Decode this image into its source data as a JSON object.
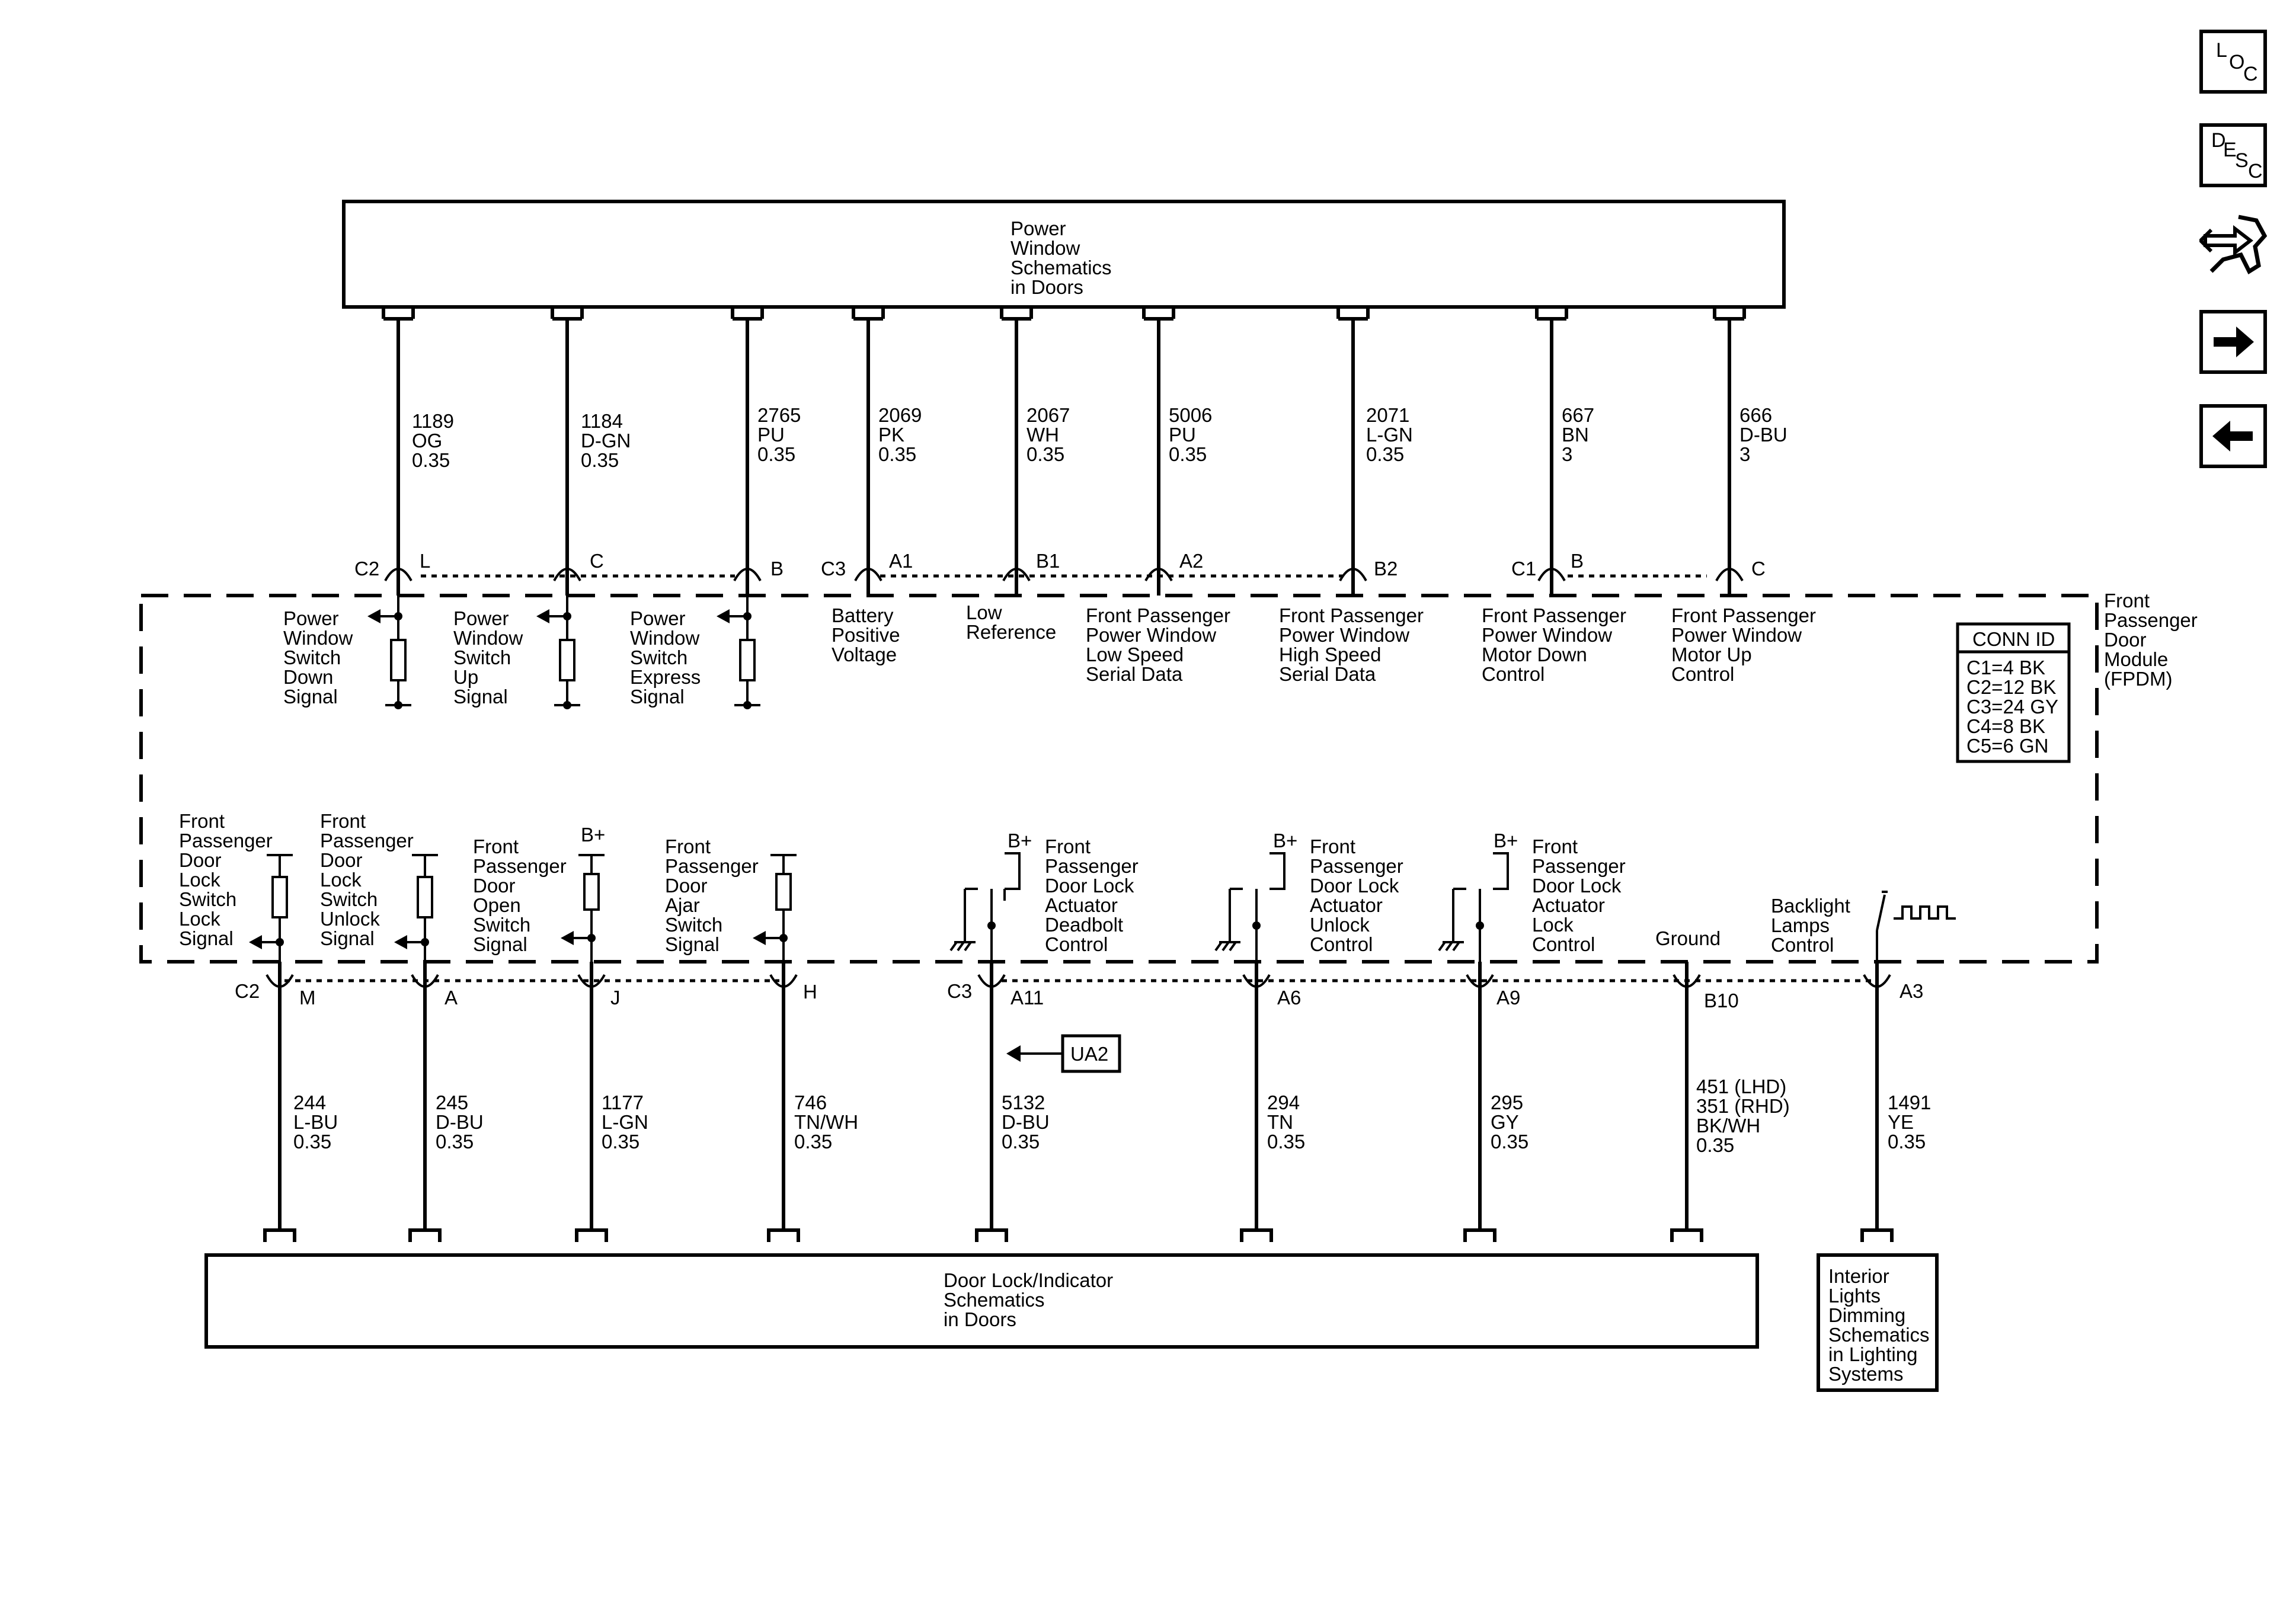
{
  "nav": {
    "loc": [
      "L",
      "O",
      "C"
    ],
    "desc": [
      "D",
      "E",
      "S",
      "C"
    ]
  },
  "boxes": {
    "top": [
      "Power",
      "Window",
      "Schematics",
      "in Doors"
    ],
    "bottom": [
      "Door Lock/Indicator",
      "Schematics",
      "in Doors"
    ],
    "right": [
      "Interior",
      "Lights",
      "Dimming",
      "Schematics",
      "in Lighting",
      "Systems"
    ],
    "ua2": "UA2"
  },
  "module": {
    "name": [
      "Front",
      "Passenger",
      "Door",
      "Module",
      "(FPDM)"
    ],
    "conn_id_title": "CONN ID",
    "conn_ids": [
      "C1=4 BK",
      "C2=12 BK",
      "C3=24 GY",
      "C4=8 BK",
      "C5=6 GN"
    ]
  },
  "connectors": {
    "top": [
      "C2",
      "C3",
      "C1"
    ],
    "bottom": [
      "C2",
      "C3"
    ]
  },
  "top_wires": [
    {
      "circuit": "1189",
      "color": "OG",
      "gauge": "0.35",
      "pin": "L",
      "function": [
        "Power",
        "Window",
        "Switch",
        "Down",
        "Signal"
      ]
    },
    {
      "circuit": "1184",
      "color": "D-GN",
      "gauge": "0.35",
      "pin": "C",
      "function": [
        "Power",
        "Window",
        "Switch",
        "Up",
        "Signal"
      ]
    },
    {
      "circuit": "2765",
      "color": "PU",
      "gauge": "0.35",
      "pin": "B",
      "function": [
        "Power",
        "Window",
        "Switch",
        "Express",
        "Signal"
      ]
    },
    {
      "circuit": "2069",
      "color": "PK",
      "gauge": "0.35",
      "pin": "A1",
      "function": [
        "Battery",
        "Positive",
        "Voltage"
      ]
    },
    {
      "circuit": "2067",
      "color": "WH",
      "gauge": "0.35",
      "pin": "B1",
      "function": [
        "Low",
        "Reference"
      ]
    },
    {
      "circuit": "5006",
      "color": "PU",
      "gauge": "0.35",
      "pin": "A2",
      "function": [
        "Front Passenger",
        "Power Window",
        "Low Speed",
        "Serial Data"
      ]
    },
    {
      "circuit": "2071",
      "color": "L-GN",
      "gauge": "0.35",
      "pin": "B2",
      "function": [
        "Front Passenger",
        "Power Window",
        "High Speed",
        "Serial Data"
      ]
    },
    {
      "circuit": "667",
      "color": "BN",
      "gauge": "3",
      "pin": "B",
      "function": [
        "Front Passenger",
        "Power Window",
        "Motor Down",
        "Control"
      ]
    },
    {
      "circuit": "666",
      "color": "D-BU",
      "gauge": "3",
      "pin": "C",
      "function": [
        "Front Passenger",
        "Power Window",
        "Motor Up",
        "Control"
      ]
    }
  ],
  "bottom_wires": [
    {
      "circuit": "244",
      "color": "L-BU",
      "gauge": "0.35",
      "pin": "M",
      "function": [
        "Front",
        "Passenger",
        "Door",
        "Lock",
        "Switch",
        "Lock",
        "Signal"
      ]
    },
    {
      "circuit": "245",
      "color": "D-BU",
      "gauge": "0.35",
      "pin": "A",
      "function": [
        "Front",
        "Passenger",
        "Door",
        "Lock",
        "Switch",
        "Unlock",
        "Signal"
      ]
    },
    {
      "circuit": "1177",
      "color": "L-GN",
      "gauge": "0.35",
      "pin": "J",
      "function": [
        "Front",
        "Passenger",
        "Door",
        "Open",
        "Switch",
        "Signal"
      ]
    },
    {
      "circuit": "746",
      "color": "TN/WH",
      "gauge": "0.35",
      "pin": "H",
      "function": [
        "Front",
        "Passenger",
        "Door",
        "Ajar",
        "Switch",
        "Signal"
      ]
    },
    {
      "circuit": "5132",
      "color": "D-BU",
      "gauge": "0.35",
      "pin": "A11",
      "function": [
        "Front",
        "Passenger",
        "Door Lock",
        "Actuator",
        "Deadbolt",
        "Control"
      ]
    },
    {
      "circuit": "294",
      "color": "TN",
      "gauge": "0.35",
      "pin": "A6",
      "function": [
        "Front",
        "Passenger",
        "Door Lock",
        "Actuator",
        "Unlock",
        "Control"
      ]
    },
    {
      "circuit": "295",
      "color": "GY",
      "gauge": "0.35",
      "pin": "A9",
      "function": [
        "Front",
        "Passenger",
        "Door Lock",
        "Actuator",
        "Lock",
        "Control"
      ]
    },
    {
      "circuit": "451 (LHD)",
      "circuit2": "351 (RHD)",
      "color": "BK/WH",
      "gauge": "0.35",
      "pin": "B10",
      "function": [
        "Ground"
      ]
    },
    {
      "circuit": "1491",
      "color": "YE",
      "gauge": "0.35",
      "pin": "A3",
      "function": [
        "Backlight",
        "Lamps",
        "Control"
      ]
    }
  ],
  "bplus": "B+"
}
